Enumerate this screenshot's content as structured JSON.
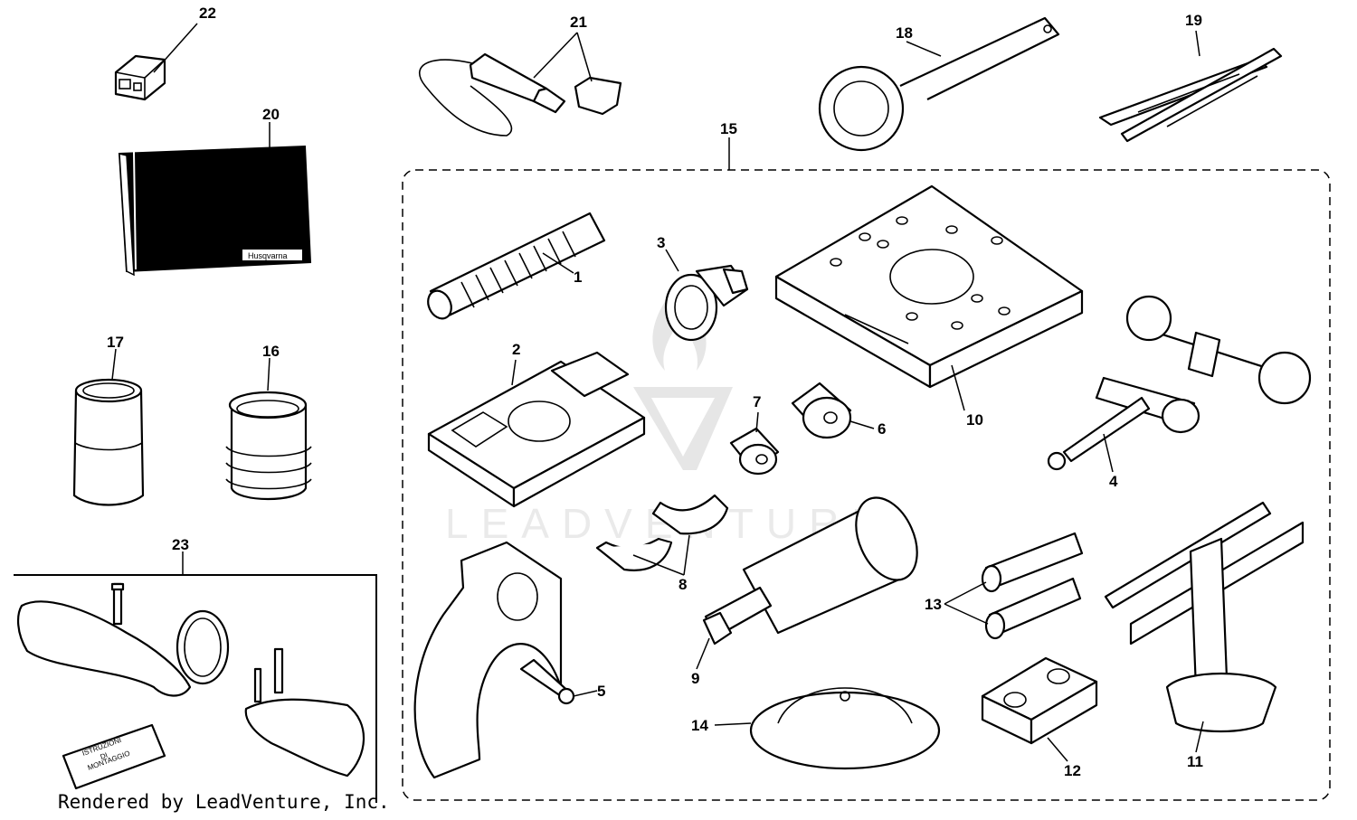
{
  "watermark": {
    "brand": "LEADVENTURE"
  },
  "footer": {
    "credit": "Rendered by LeadVenture, Inc."
  },
  "manual_cover": {
    "brand": "Husqvarna"
  },
  "booklet_23": {
    "line1": "ISTRUZIONI",
    "line2": "DI",
    "line3": "MONTAGGIO"
  },
  "callouts": [
    {
      "label": "1"
    },
    {
      "label": "2"
    },
    {
      "label": "3"
    },
    {
      "label": "4"
    },
    {
      "label": "5"
    },
    {
      "label": "6"
    },
    {
      "label": "7"
    },
    {
      "label": "8"
    },
    {
      "label": "9"
    },
    {
      "label": "10"
    },
    {
      "label": "11"
    },
    {
      "label": "12"
    },
    {
      "label": "13"
    },
    {
      "label": "14"
    },
    {
      "label": "15"
    },
    {
      "label": "16"
    },
    {
      "label": "17"
    },
    {
      "label": "18"
    },
    {
      "label": "19"
    },
    {
      "label": "20"
    },
    {
      "label": "21"
    },
    {
      "label": "22"
    },
    {
      "label": "23"
    }
  ]
}
